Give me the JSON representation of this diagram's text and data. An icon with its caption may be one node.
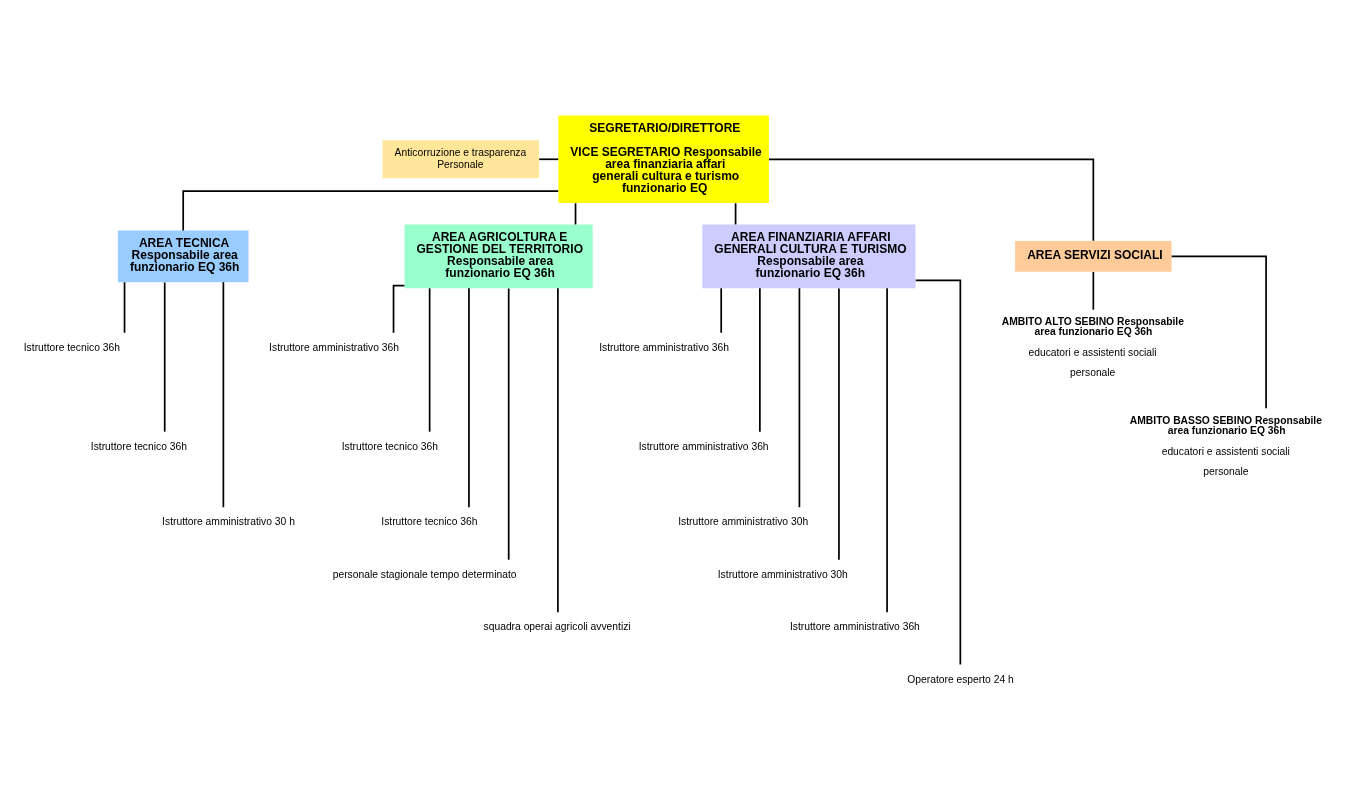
{
  "diagram": {
    "nodes": [
      {
        "text": [
          "Anticorruzione e trasparenza Personale"
        ]
      },
      {
        "text": [
          "SEGRETARIO/DIRETTORE",
          "VICE SEGRETARIO Responsabile area finanziaria affari generali cultura e turismo funzionario EQ"
        ]
      },
      {
        "text": [
          "AREA TECNICA Responsabile area funzionario EQ 36h"
        ]
      },
      {
        "text": [
          "AREA AGRICOLTURA E GESTIONE DEL TERRITORIO Responsabile area funzionario EQ 36h"
        ]
      },
      {
        "text": [
          "AREA FINANZIARIA AFFARI GENERALI CULTURA E TURISMO Responsabile area funzionario EQ 36h"
        ]
      },
      {
        "text": [
          "AREA SERVIZI SOCIALI"
        ]
      },
      {
        "text": [
          "Istruttore tecnico 36h"
        ]
      },
      {
        "text": [
          "Istruttore tecnico 36h"
        ]
      },
      {
        "text": [
          "Istruttore amministrativo 30 h"
        ]
      },
      {
        "text": [
          "Istruttore amministrativo 36h"
        ]
      },
      {
        "text": [
          "Istruttore tecnico 36h"
        ]
      },
      {
        "text": [
          "Istruttore tecnico 36h"
        ]
      },
      {
        "text": [
          "personale stagionale tempo determinato"
        ]
      },
      {
        "text": [
          "squadra operai agricoli avventizi"
        ]
      },
      {
        "text": [
          "Istruttore amministrativo 36h"
        ]
      },
      {
        "text": [
          "Istruttore amministrativo 36h"
        ]
      },
      {
        "text": [
          "Istruttore amministrativo 30h"
        ]
      },
      {
        "text": [
          "Istruttore amministrativo 30h"
        ]
      },
      {
        "text": [
          "Istruttore amministrativo 36h"
        ]
      },
      {
        "text": [
          "Operatore esperto 24 h"
        ]
      },
      {
        "text": [
          "AMBITO ALTO SEBINO Responsabile area funzionario EQ 36h",
          "educatori e assistenti sociali",
          "personale"
        ]
      },
      {
        "text": [
          "AMBITO BASSO SEBINO Responsabile area funzionario EQ 36h",
          "educatori e assistenti sociali",
          "personale"
        ]
      }
    ],
    "edges": [
      {
        "from": 0,
        "to": 1,
        "arrow": "none"
      },
      {
        "from": 1,
        "to": 2,
        "arrow": "none"
      },
      {
        "from": 1,
        "to": 3,
        "arrow": "none"
      },
      {
        "from": 1,
        "to": 4,
        "arrow": "none"
      },
      {
        "from": 1,
        "to": 5,
        "arrow": "none"
      },
      {
        "from": 2,
        "to": 6,
        "arrow": "none"
      },
      {
        "from": 2,
        "to": 7,
        "arrow": "none"
      },
      {
        "from": 2,
        "to": 8,
        "arrow": "none"
      },
      {
        "from": 3,
        "to": 9,
        "arrow": "none"
      },
      {
        "from": 3,
        "to": 10,
        "arrow": "none"
      },
      {
        "from": 3,
        "to": 11,
        "arrow": "none"
      },
      {
        "from": 3,
        "to": 12,
        "arrow": "none"
      },
      {
        "from": 3,
        "to": 13,
        "arrow": "none"
      },
      {
        "from": 4,
        "to": 14,
        "arrow": "none"
      },
      {
        "from": 4,
        "to": 15,
        "arrow": "none"
      },
      {
        "from": 4,
        "to": 16,
        "arrow": "none"
      },
      {
        "from": 4,
        "to": 17,
        "arrow": "none"
      },
      {
        "from": 4,
        "to": 18,
        "arrow": "none"
      },
      {
        "from": 4,
        "to": 19,
        "arrow": "none"
      },
      {
        "from": 5,
        "to": 20,
        "arrow": "none"
      },
      {
        "from": 5,
        "to": 21,
        "arrow": "none"
      }
    ]
  }
}
